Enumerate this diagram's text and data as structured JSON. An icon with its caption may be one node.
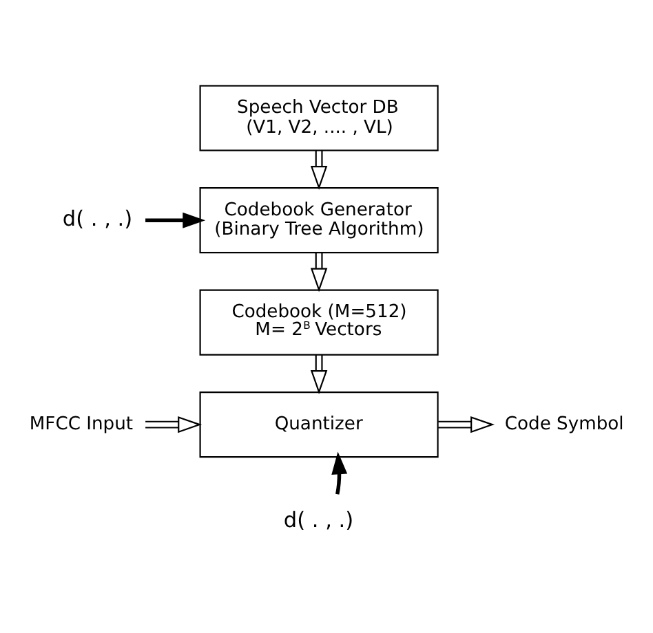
{
  "diagram": {
    "nodes": [
      {
        "text": [
          "Speech Vector DB (V1, V2, .... , VL)"
        ]
      },
      {
        "text": [
          "Codebook Generator (Binary Tree Algorithm)"
        ]
      },
      {
        "text": [
          "Codebook (M=512) M= 2$^{B}$ Vectors"
        ]
      },
      {
        "text": [
          "Quantizer"
        ]
      },
      {
        "text": [
          "d( . , .)"
        ]
      },
      {
        "text": [
          "d( . , .)"
        ]
      },
      {
        "text": [
          "MFCC Input"
        ]
      },
      {
        "text": [
          "Code Symbol"
        ]
      }
    ],
    "edges": [
      {
        "from": 0,
        "to": 1,
        "arrow": "to"
      },
      {
        "from": 1,
        "to": 2,
        "arrow": "to"
      },
      {
        "from": 2,
        "to": 3,
        "arrow": "to"
      },
      {
        "from": 4,
        "to": 1,
        "arrow": "to",
        "style": "thick"
      },
      {
        "from": 5,
        "to": 3,
        "arrow": "to",
        "style": "thick"
      },
      {
        "from": 6,
        "to": 3,
        "arrow": "to"
      },
      {
        "from": 3,
        "to": 7,
        "arrow": "to"
      }
    ]
  }
}
